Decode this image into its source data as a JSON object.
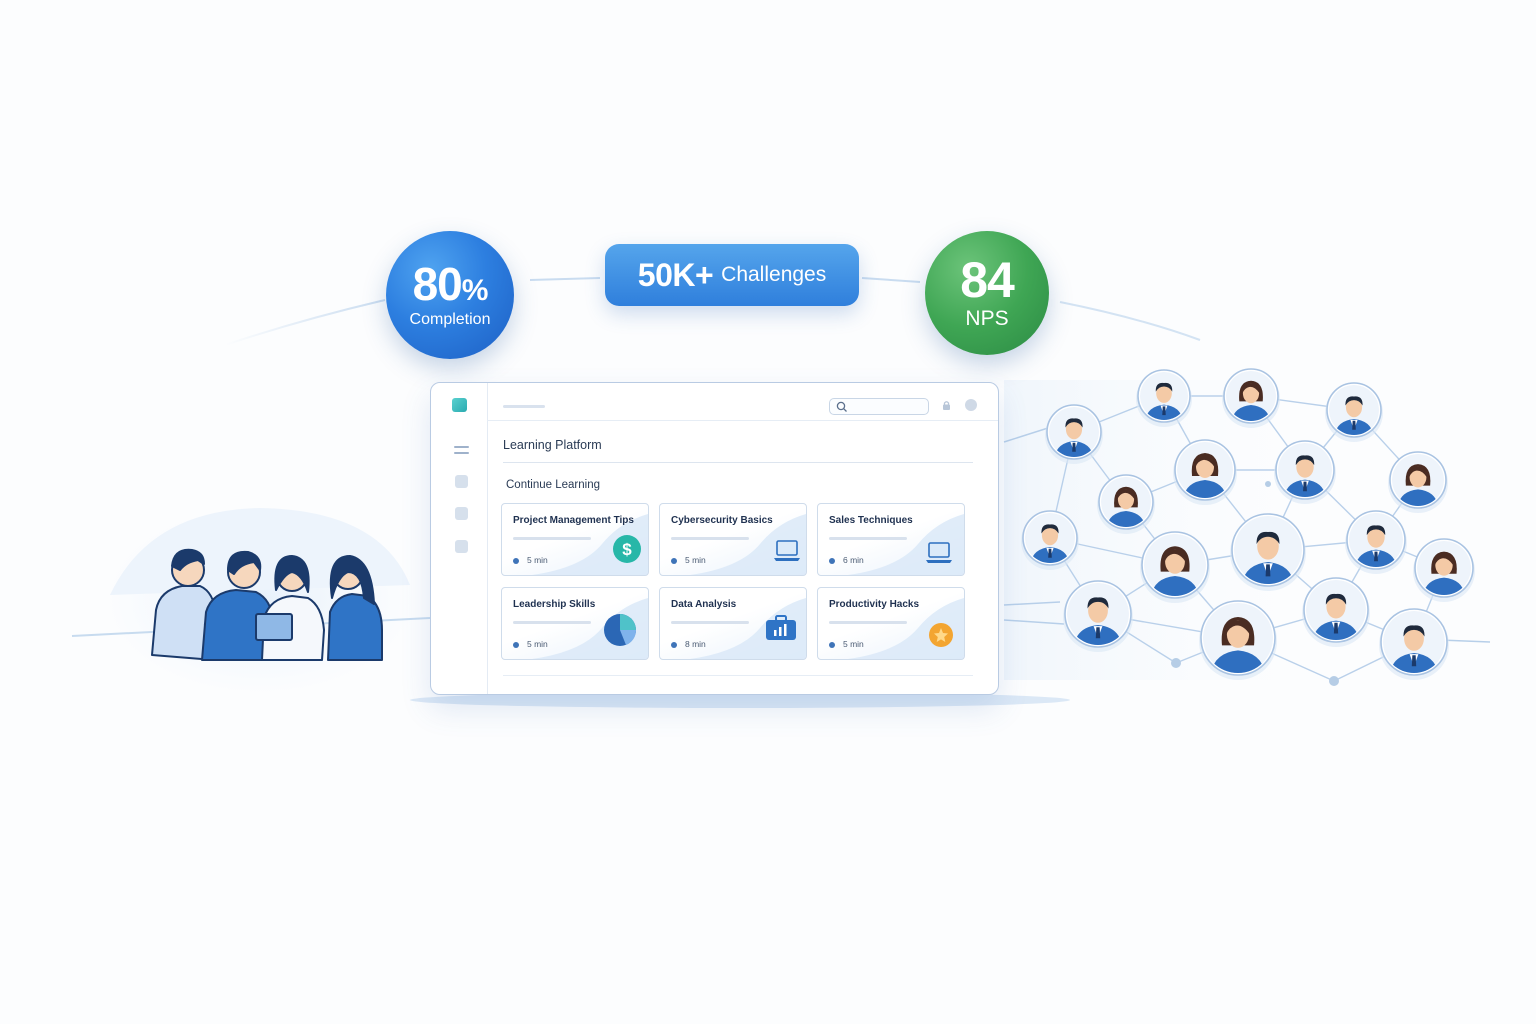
{
  "stats": {
    "completion": {
      "value": "80",
      "unit": "%",
      "label": "Completion",
      "color": "#2d7fe0"
    },
    "challenges": {
      "value": "50K+",
      "label": "Challenges",
      "color": "#3d8fe4"
    },
    "nps": {
      "value": "84",
      "label": "NPS",
      "color": "#3fa654"
    }
  },
  "app": {
    "title": "Learning Platform",
    "section": "Continue Learning",
    "courses": [
      {
        "title": "Project Management Tips",
        "duration": "5 min",
        "icon": "dollar-coin-icon"
      },
      {
        "title": "Cybersecurity Basics",
        "duration": "5 min",
        "icon": "laptop-icon"
      },
      {
        "title": "Sales Techniques",
        "duration": "6 min",
        "icon": "laptop-icon"
      },
      {
        "title": "Leadership Skills",
        "duration": "5 min",
        "icon": "pie-chart-icon"
      },
      {
        "title": "Data Analysis",
        "duration": "8 min",
        "icon": "bar-chart-briefcase-icon"
      },
      {
        "title": "Productivity Hacks",
        "duration": "5 min",
        "icon": "star-badge-icon"
      }
    ]
  },
  "colors": {
    "accent": "#2d7fe0",
    "success": "#3fa654",
    "teal": "#2aaab0"
  }
}
